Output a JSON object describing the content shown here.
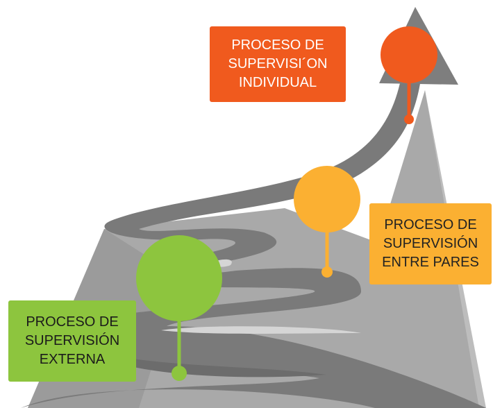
{
  "colors": {
    "mountain_light": "#b4b4b4",
    "mountain_mid": "#a3a3a3",
    "road": "#7c7c7c",
    "road_shadow": "#6f6f6f",
    "road_edge": "#d6d6d6",
    "arrow_head": "#7e7e7e",
    "individual": "#f05a1e",
    "pares": "#fbb032",
    "externa": "#8dc53e"
  },
  "stages": {
    "individual": {
      "line1": "PROCESO DE",
      "line2": "SUPERVISI´ON",
      "line3": "INDIVIDUAL"
    },
    "pares": {
      "line1": "PROCESO DE",
      "line2": "SUPERVISIÓN",
      "line3": "ENTRE PARES"
    },
    "externa": {
      "line1": "PROCESO DE",
      "line2": "SUPERVISIÓN",
      "line3": "EXTERNA"
    }
  }
}
